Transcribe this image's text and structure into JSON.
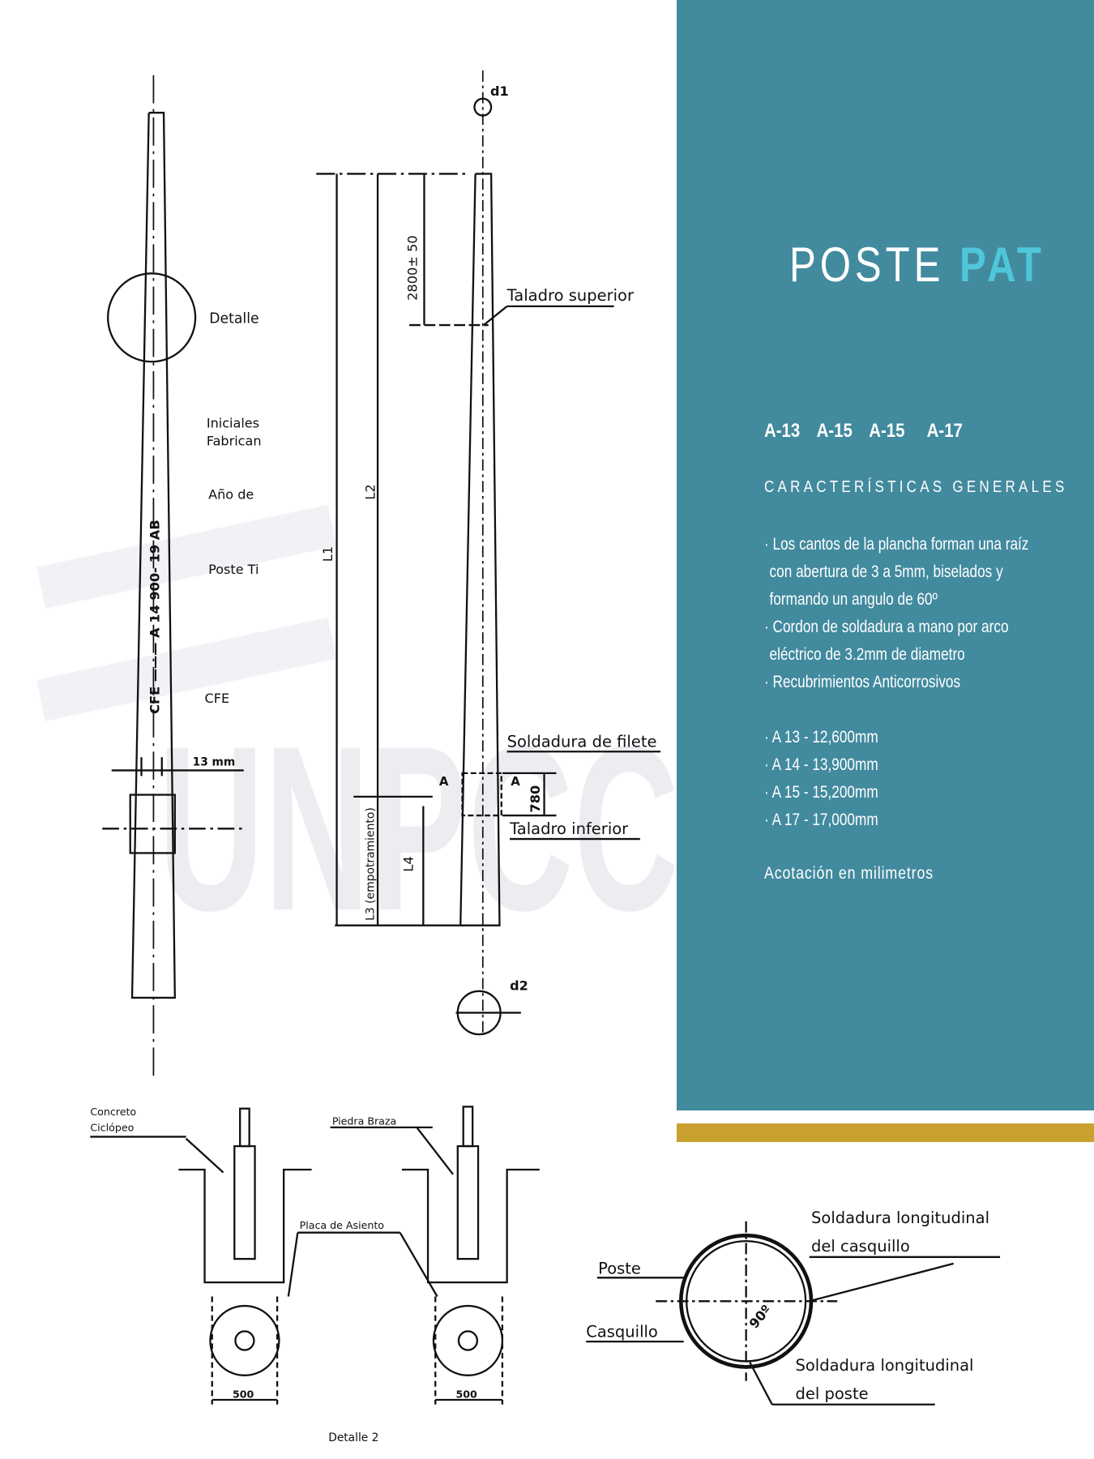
{
  "panel": {
    "title_main": "POSTE",
    "title_accent": "PAT",
    "models": [
      "A-13",
      "A-15",
      "A-15",
      "A-17"
    ],
    "subtitle": "CARACTERÍSTICAS GENERALES",
    "features": [
      "· Los cantos de la plancha forman una raíz",
      "con abertura de 3 a 5mm, biselados y",
      "formando un angulo de 60º",
      "· Cordon de soldadura a mano por arco",
      "eléctrico de 3.2mm de diametro",
      "· Recubrimientos Anticorrosivos"
    ],
    "lengths": [
      "· A 13  -  12,600mm",
      "· A 14  -  13,900mm",
      "· A 15  -  15,200mm",
      "· A 17  -  17,000mm"
    ],
    "note": "Acotación en milimetros"
  },
  "colors": {
    "panel": "#428a9e",
    "accent": "#4fc6d9",
    "gold": "#c9a12e"
  },
  "drawing": {
    "left_pole": {
      "detalle": "Detalle",
      "iniciales": "Iniciales",
      "fabrican": "Fabrican",
      "anio": "Año de",
      "poste_ti": "Poste Ti",
      "cfe": "CFE",
      "marking": "CFE ——— A 14  900- 19  AB",
      "thickness": "13 mm"
    },
    "center_pole": {
      "d1": "d1",
      "d2": "d2",
      "dim_top": "2800± 50",
      "l2": "L2",
      "l1": "L1",
      "l3": "L3 (empotramiento)",
      "l4": "L4",
      "dim_780": "780",
      "taladro_superior": "Taladro superior",
      "soldadura_filete": "Soldadura de filete",
      "taladro_inferior": "Taladro inferior",
      "a_left": "A",
      "a_right": "A"
    },
    "foundation": {
      "concreto": "Concreto",
      "ciclopeo": "Ciclópeo",
      "piedra": "Piedra Braza",
      "placa": "Placa de Asiento",
      "dim1": "500",
      "dim2": "500",
      "detalle2": "Detalle 2"
    },
    "section": {
      "poste": "Poste",
      "casquillo": "Casquillo",
      "sold_casq_1": "Soldadura longitudinal",
      "sold_casq_2": "del casquillo",
      "sold_poste_1": "Soldadura longitudinal",
      "sold_poste_2": "del poste",
      "angle": "90º"
    },
    "watermark": "UNPCC"
  }
}
